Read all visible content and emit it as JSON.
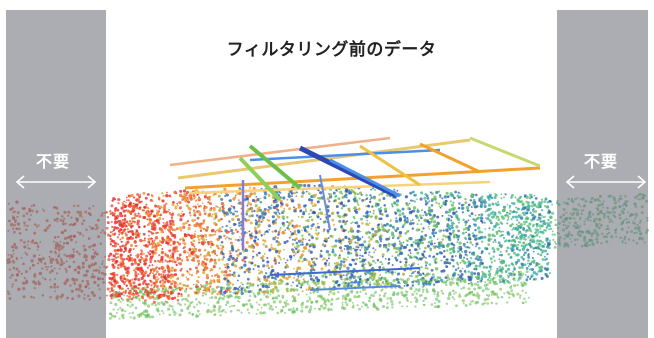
{
  "figure": {
    "title": "フィルタリング前のデータ",
    "left_label": "不要",
    "right_label": "不要",
    "left_arrow": "double-arrow-icon",
    "right_arrow": "double-arrow-icon",
    "colors": {
      "shade": "#787b82",
      "near": "#e8262a",
      "mid_warm": "#f2a12c",
      "mid": "#6cc04a",
      "cool": "#3ab5a8",
      "far": "#2d48b6",
      "label": "#ffffff",
      "title": "#222222"
    }
  }
}
